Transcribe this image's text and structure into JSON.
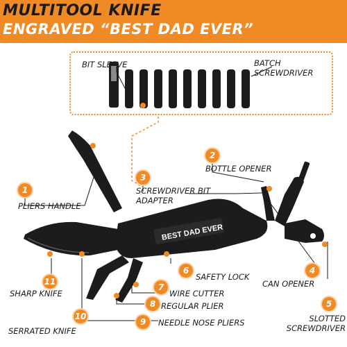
{
  "banner": {
    "title_line1": "MULTITOOL KNIFE",
    "title_line2": "ENGRAVED “BEST DAD EVER”"
  },
  "bits_box": {
    "left_label": "BIT SLEEVE",
    "right_label": "BATCH SCREWDRIVER"
  },
  "engraving": "BEST DAD EVER",
  "callouts": [
    {
      "number": "1",
      "label": "PLIERS HANDLE"
    },
    {
      "number": "2",
      "label": "BOTTLE OPENER"
    },
    {
      "number": "3",
      "label": "SCREWDRIVER BIT ADAPTER"
    },
    {
      "number": "4",
      "label": "CAN OPENER"
    },
    {
      "number": "5",
      "label": "SLOTTED SCREWDRIVER"
    },
    {
      "number": "6",
      "label": "SAFETY LOCK"
    },
    {
      "number": "7",
      "label": "WIRE CUTTER"
    },
    {
      "number": "8",
      "label": "REGULAR PLIER"
    },
    {
      "number": "9",
      "label": "NEEDLE NOSE PLIERS"
    },
    {
      "number": "10",
      "label": "SERRATED KNIFE"
    },
    {
      "number": "11",
      "label": "SHARP KNIFE"
    }
  ],
  "colors": {
    "accent": "#f08a24",
    "tool": "#1c1c1c",
    "banner_text": "#1a1a1a"
  }
}
